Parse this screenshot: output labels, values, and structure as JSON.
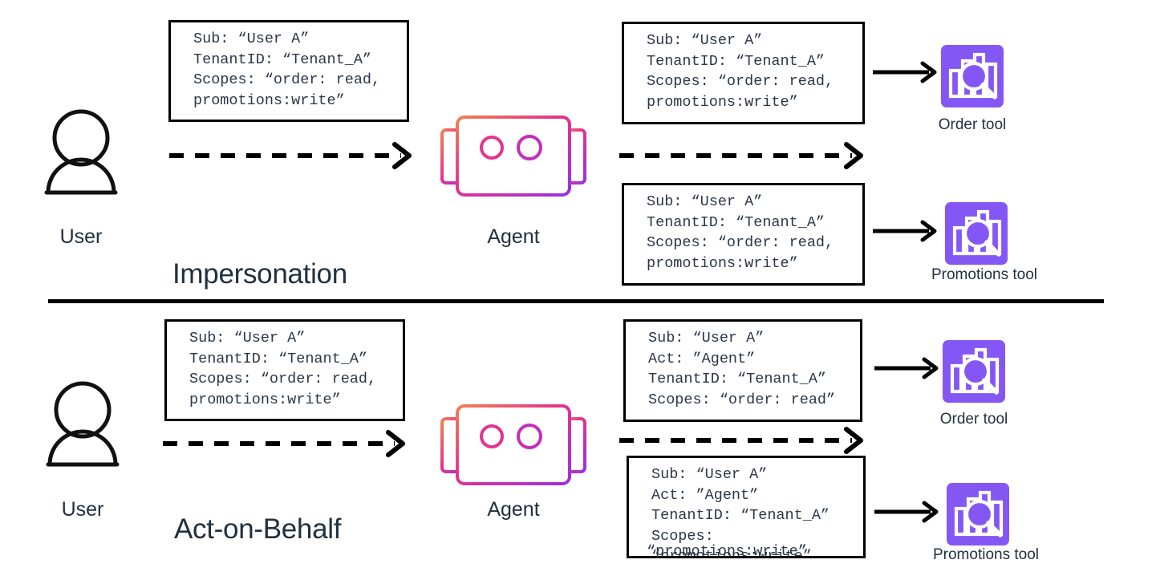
{
  "diagram": {
    "title_top": "Impersonation",
    "title_bottom": "Act-on-Behalf",
    "colors": {
      "tool_tile_purple": "#8457f5",
      "text_navy": "#22303f",
      "mono_text": "#2b3748",
      "stroke_black": "#000000",
      "robot_gradient_start": "#f07f52",
      "robot_gradient_mid": "#e5338f",
      "robot_gradient_end": "#9b30e0"
    },
    "sections": [
      {
        "id": "impersonation",
        "title": "Impersonation",
        "actor": {
          "label": "User",
          "icon": "person-icon"
        },
        "agent": {
          "label": "Agent",
          "icon": "robot-icon"
        },
        "user_to_agent_token": {
          "lines": [
            "Sub: “User A”",
            "TenantID: “Tenant_A”",
            "Scopes: “order: read,",
            "promotions:write”"
          ]
        },
        "agent_to_tool_tokens": [
          {
            "lines": [
              "Sub: “User A”",
              "TenantID: “Tenant_A”",
              "Scopes: “order: read,",
              "promotions:write”"
            ],
            "tool": {
              "label": "Order tool",
              "icon": "order-tool-icon"
            }
          },
          {
            "lines": [
              "Sub: “User A”",
              "TenantID: “Tenant_A”",
              "Scopes: “order: read,",
              "promotions:write”"
            ],
            "tool": {
              "label": "Promotions tool",
              "icon": "promotions-tool-icon"
            }
          }
        ]
      },
      {
        "id": "act-on-behalf",
        "title": "Act-on-Behalf",
        "actor": {
          "label": "User",
          "icon": "person-icon"
        },
        "agent": {
          "label": "Agent",
          "icon": "robot-icon"
        },
        "user_to_agent_token": {
          "lines": [
            "Sub: “User A”",
            "TenantID: “Tenant_A”",
            "Scopes: “order: read,",
            "promotions:write”"
          ]
        },
        "agent_to_tool_tokens": [
          {
            "lines": [
              "Sub: “User A”",
              "Act: ”Agent”",
              "TenantID: “Tenant_A”",
              "Scopes: “order: read”"
            ],
            "tool": {
              "label": "Order tool",
              "icon": "order-tool-icon"
            }
          },
          {
            "lines": [
              "Sub: “User A”",
              "Act: ”Agent”",
              "TenantID: “Tenant_A”",
              "Scopes:",
              "“promotions:write”"
            ],
            "tool": {
              "label": "Promotions tool",
              "icon": "promotions-tool-icon"
            }
          }
        ]
      }
    ]
  }
}
